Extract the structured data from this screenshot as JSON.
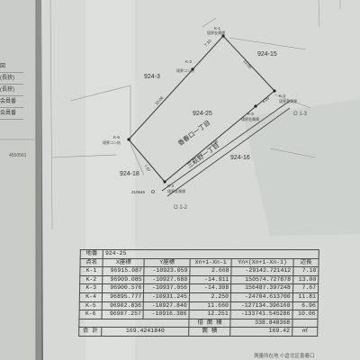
{
  "header_box": {
    "rows": [
      "図",
      "(長狭)",
      "(長狭)",
      "会員番",
      "会員番"
    ]
  },
  "left_fragment": "4550561",
  "plot": {
    "parcels": [
      "924-3",
      "924-15",
      "924-25",
      "924-16",
      "924-18",
      "924-16"
    ],
    "roads": [
      "香春口一丁目",
      "三萩野一丁目"
    ],
    "markers": [
      "O 1-3",
      "O 1-2"
    ],
    "points": [
      {
        "id": "K-1",
        "note": "境界金属標"
      },
      {
        "id": "K-2",
        "note": "境界コン杭"
      },
      {
        "id": "K-3",
        "note": "境界金属標"
      },
      {
        "id": "K-4",
        "note": "境界金属標"
      },
      {
        "id": "K-5",
        "note": "境界金属標"
      },
      {
        "id": "K-6",
        "note": "境界コン杭"
      }
    ],
    "reference_point": "210645",
    "edge_lengths": [
      "10.06",
      "7.10",
      "13.00",
      "6.96",
      "4.09",
      "7.67"
    ]
  },
  "table": {
    "lot_label": "地番",
    "lot": "924-25",
    "columns": [
      "点名",
      "X座標",
      "Y座標",
      "Xn+1-Xn-1",
      "Yn×(Xn+1-Xn-1)",
      "辺長"
    ],
    "rows": [
      {
        "name": "K-1",
        "x": "96915.087",
        "y": "-10923.059",
        "dx": "2.668",
        "prod": "-29142.721412",
        "len": "7.10"
      },
      {
        "name": "K-2",
        "x": "96909.085",
        "y": "-10927.680",
        "dx": "-14.911",
        "prod": "150574.727878",
        "len": "13.00"
      },
      {
        "name": "K-3",
        "x": "96900.576",
        "y": "-10937.056",
        "dx": "-14.308",
        "prod": "156487.397248",
        "len": "7.67"
      },
      {
        "name": "K-4",
        "x": "96895.777",
        "y": "-10931.245",
        "dx": "2.250",
        "prod": "-24704.613700",
        "len": "11.81"
      },
      {
        "name": "K-5",
        "x": "96902.836",
        "y": "-10927.840",
        "dx": "11.660",
        "prod": "-127134.396160",
        "len": "6.96"
      },
      {
        "name": "K-6",
        "x": "96907.257",
        "y": "-10916.386",
        "dx": "12.251",
        "prod": "-133741.545286",
        "len": "10.06"
      }
    ],
    "double_area_label": "倍 面 積",
    "double_area": "338.848368",
    "area_label": "面 積",
    "area": "169.42",
    "area_unit": "㎡",
    "total_label": "合 計",
    "total": "169.4241840"
  },
  "footer": "測量所在地 小倉北区香春口"
}
